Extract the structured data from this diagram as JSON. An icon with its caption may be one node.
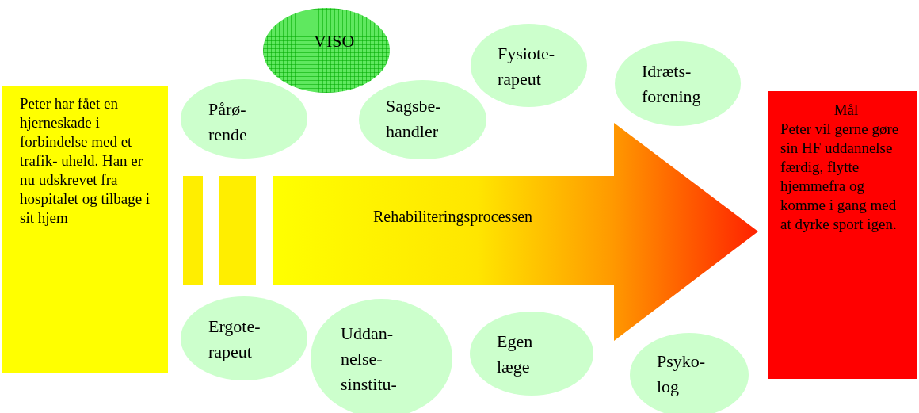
{
  "diagram": {
    "nodes": [
      {
        "text": [
          "Peter har fået en hjerneskade i forbindelse med et trafik- uheld. Han er nu udskrevet fra hospitalet og tilbage i sit hjem"
        ]
      },
      {
        "text": [
          "VISO"
        ]
      },
      {
        "text": [
          "Pårø- rende"
        ]
      },
      {
        "text": [
          "Sagsbe- handler"
        ]
      },
      {
        "text": [
          "Fysiote- rapeut"
        ]
      },
      {
        "text": [
          "Idræts- forening"
        ]
      },
      {
        "text": [
          "Rehabiliteringsprocessen"
        ]
      },
      {
        "text": [
          "Mål",
          "Peter vil gerne gøre sin HF uddannelse færdig, flytte hjemmefra og komme i gang med at dyrke sport igen."
        ]
      },
      {
        "text": [
          "Ergote- rapeut"
        ]
      },
      {
        "text": [
          "Uddan- nelse- sinstitu-"
        ]
      },
      {
        "text": [
          "Egen læge"
        ]
      },
      {
        "text": [
          "Psyko- log"
        ]
      }
    ]
  }
}
